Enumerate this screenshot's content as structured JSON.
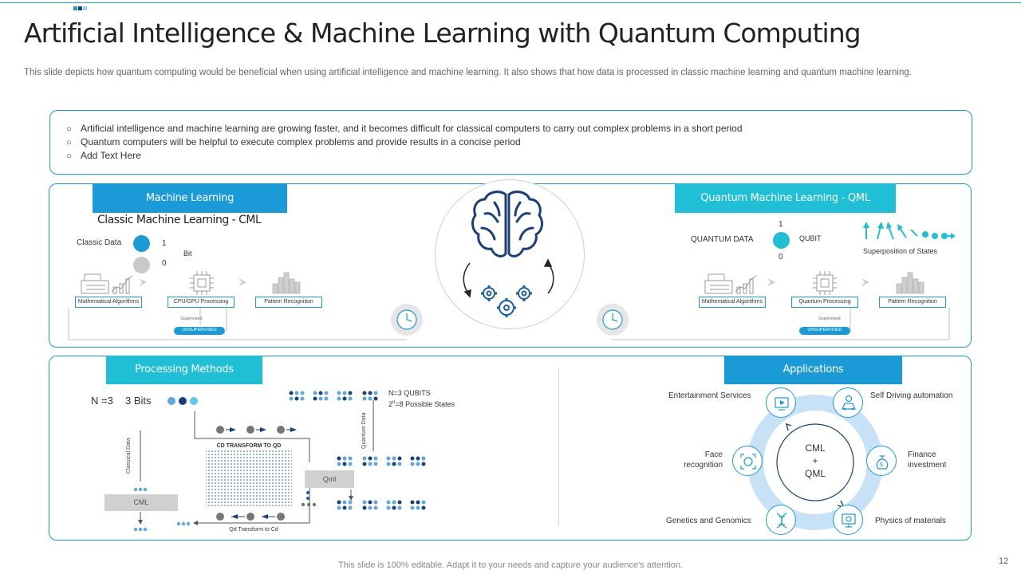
{
  "page": {
    "title": "Artificial Intelligence & Machine Learning with Quantum Computing",
    "subtitle": "This slide depicts how quantum computing would be beneficial when using artificial intelligence and machine learning. It also shows that how data is processed in classic machine learning and quantum machine learning.",
    "footer": "This slide is 100% editable. Adapt it to your needs and capture your audience's attention.",
    "page_number": "12"
  },
  "bullets": [
    "Artificial intelligence and machine learning are growing faster, and it becomes difficult for classical computers to carry out complex problems in a short period",
    "Quantum computers will be helpful to execute complex problems and provide  results in a concise period",
    "Add Text Here"
  ],
  "ml": {
    "header": "Machine Learning",
    "subheader": "Classic Machine Learning - CML",
    "classic_data": "Classic Data",
    "one": "1",
    "zero": "0",
    "bit": "Bit",
    "steps": [
      "Mathematical Algorithms",
      "CPU/GPU Processing",
      "Pattern Recognition"
    ],
    "supervised": "Supervised",
    "unsupervised": "UNSUPERVISED"
  },
  "qml": {
    "header": "Quantum Machine Learning - QML",
    "quantum_data": "QUANTUM  DATA",
    "one": "1",
    "zero": "0",
    "qubit": "QUBIT",
    "superposition": "Superposition of States",
    "steps": [
      "Mathematical Algorithms",
      "Quantum Processing",
      "Pattern Recognition"
    ],
    "supervised": "Supervised",
    "unsupervised": "UNSUPERVISED"
  },
  "processing": {
    "header": "Processing Methods",
    "n_label": "N =3",
    "bits_label": "3 Bits",
    "qubits_label": "N=3 QUBITS",
    "states_base": "2",
    "states_exp": "n",
    "states_rest": "=8 Possible States",
    "classical_data": "Classical Data",
    "quantum_data": "Quantum Data",
    "cd_transform": "CD TRANSFORM TO QD",
    "qd_transform": "Qd Transform to Cd",
    "cml": "CML",
    "qml": "Qml"
  },
  "applications": {
    "header": "Applications",
    "center_line1": "CML",
    "center_line2": "+",
    "center_line3": "QML",
    "items": [
      "Entertainment Services",
      "Self Driving automation",
      "Face recognition",
      "Finance investment",
      "Genetics and Genomics",
      "Physics of materials"
    ],
    "face_line1": "Face",
    "face_line2": "recognition",
    "finance_line1": "Finance",
    "finance_line2": "investment"
  },
  "colors": {
    "accent_blue": "#1a9bd7",
    "accent_cyan": "#1fc0d6",
    "dark_navy": "#1b3f7a",
    "light_ring": "#c7e2f7",
    "grey": "#d0d0d0"
  },
  "icons": [
    "brain-icon",
    "gears-icon",
    "clock-icon",
    "cash-register-icon",
    "chip-icon",
    "bar-chart-icon",
    "arrow-right-icon"
  ]
}
